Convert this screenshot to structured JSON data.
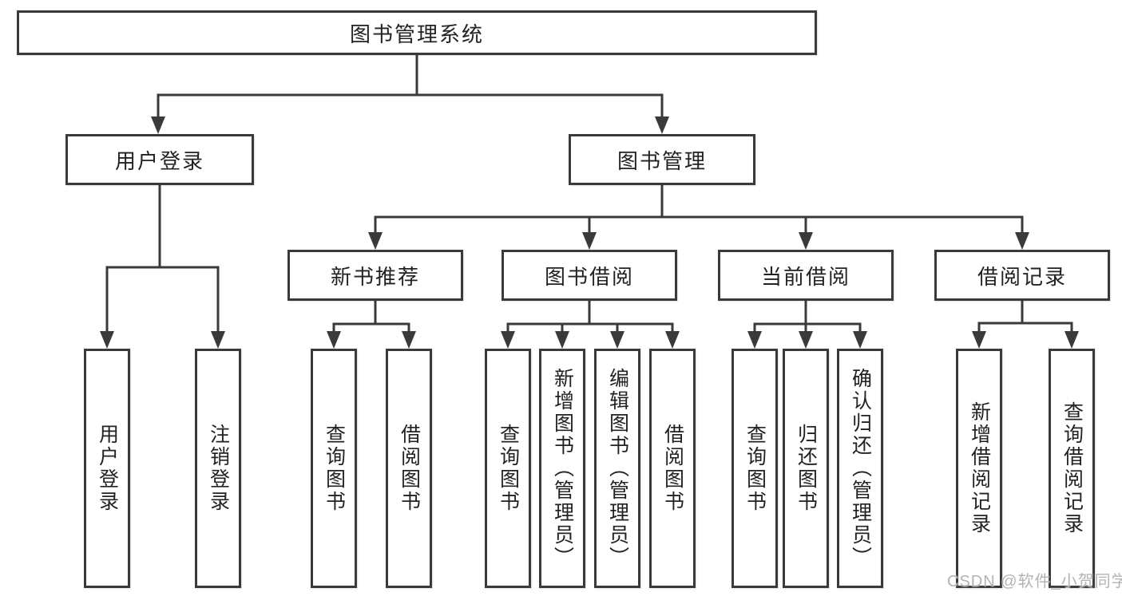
{
  "root": {
    "label": "图书管理系统"
  },
  "branches": [
    {
      "label": "用户登录",
      "children": [
        {
          "label": "用户登录"
        },
        {
          "label": "注销登录"
        }
      ]
    },
    {
      "label": "图书管理",
      "children": [
        {
          "label": "新书推荐",
          "children": [
            {
              "label": "查询图书"
            },
            {
              "label": "借阅图书"
            }
          ]
        },
        {
          "label": "图书借阅",
          "children": [
            {
              "label": "查询图书"
            },
            {
              "label": "新增图书（管理员）"
            },
            {
              "label": "编辑图书（管理员）"
            },
            {
              "label": "借阅图书"
            }
          ]
        },
        {
          "label": "当前借阅",
          "children": [
            {
              "label": "查询图书"
            },
            {
              "label": "归还图书"
            },
            {
              "label": "确认归还（管理员）"
            }
          ]
        },
        {
          "label": "借阅记录",
          "children": [
            {
              "label": "新增借阅记录"
            },
            {
              "label": "查询借阅记录"
            }
          ]
        }
      ]
    }
  ],
  "watermark": {
    "text": "CSDN @软件_小贺同学"
  },
  "colors": {
    "line": "#3a3a3a",
    "text": "#222222",
    "watermark": "#b3b3b3",
    "background": "#ffffff"
  }
}
